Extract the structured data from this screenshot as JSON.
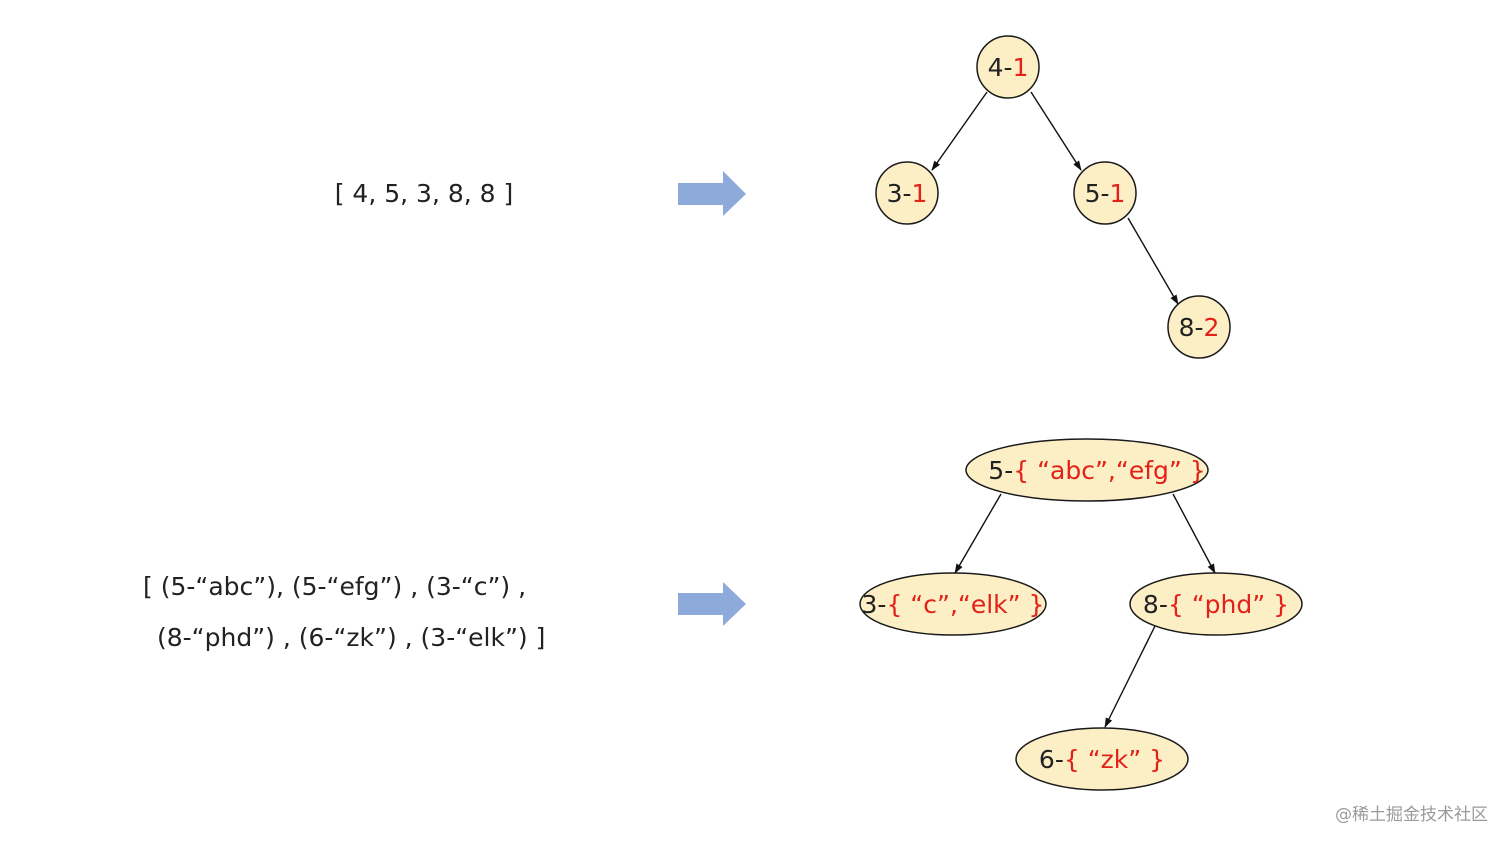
{
  "colors": {
    "node_fill": "#fcefc6",
    "node_stroke": "#1a1a1a",
    "key_text": "#222222",
    "count_text": "#e32119",
    "arrow_fill": "#8eaadb",
    "edge": "#111111"
  },
  "example1": {
    "list_text": "[ 4,   5,   3,   8,   8 ]",
    "arrow_icon": "right-arrow-icon",
    "nodes": [
      {
        "id": "n4",
        "key": "4-",
        "value": "1"
      },
      {
        "id": "n3",
        "key": "3-",
        "value": "1"
      },
      {
        "id": "n5",
        "key": "5-",
        "value": "1"
      },
      {
        "id": "n8",
        "key": "8-",
        "value": "2"
      }
    ],
    "edges": [
      {
        "from": "n4",
        "to": "n3"
      },
      {
        "from": "n4",
        "to": "n5"
      },
      {
        "from": "n5",
        "to": "n8"
      }
    ]
  },
  "example2": {
    "list_line1": "[ (5-“abc”),    (5-“efg”) ,    (3-“c”) ,",
    "list_line2": "(8-“phd”) ,    (6-“zk”) ,    (3-“elk”) ]",
    "arrow_icon": "right-arrow-icon",
    "nodes": [
      {
        "id": "m5",
        "key": "5-",
        "value": "{ “abc”,“efg” }"
      },
      {
        "id": "m3",
        "key": "3-",
        "value": "{ “c”,“elk” }"
      },
      {
        "id": "m8",
        "key": "8-",
        "value": "{ “phd” }"
      },
      {
        "id": "m6",
        "key": "6-",
        "value": "{ “zk” }"
      }
    ],
    "edges": [
      {
        "from": "m5",
        "to": "m3"
      },
      {
        "from": "m5",
        "to": "m8"
      },
      {
        "from": "m8",
        "to": "m6"
      }
    ]
  },
  "watermark": "@稀土掘金技术社区"
}
